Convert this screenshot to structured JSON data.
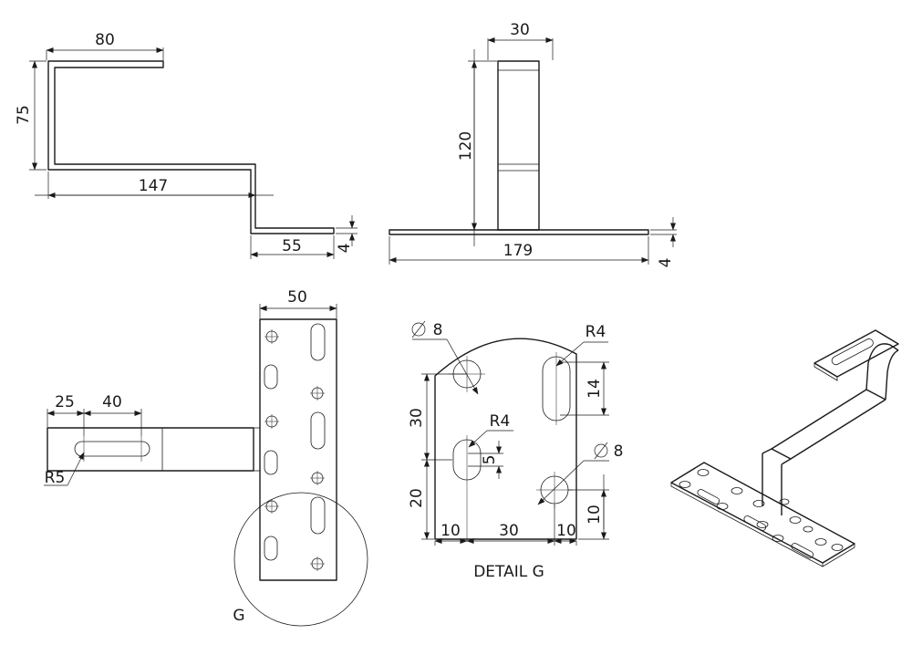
{
  "side_view": {
    "dim_top": "80",
    "dim_height": "75",
    "dim_width": "147",
    "dim_foot": "55",
    "dim_thick": "4"
  },
  "front_view": {
    "dim_top": "30",
    "dim_height": "120",
    "dim_width": "179",
    "dim_thick": "4"
  },
  "plan_view": {
    "dim_width": "50",
    "dim_a": "25",
    "dim_b": "40",
    "dim_radius": "R5",
    "detail_label": "G"
  },
  "detail_view": {
    "title": "DETAIL G",
    "dia_top": "8",
    "dia_bottom": "8",
    "radius_top": "R4",
    "radius_mid": "R4",
    "dim_14": "14",
    "dim_5": "5",
    "dim_10_right": "10",
    "dim_30_left": "30",
    "dim_20_left": "20",
    "dim_10_a": "10",
    "dim_30_mid": "30",
    "dim_10_b": "10"
  }
}
